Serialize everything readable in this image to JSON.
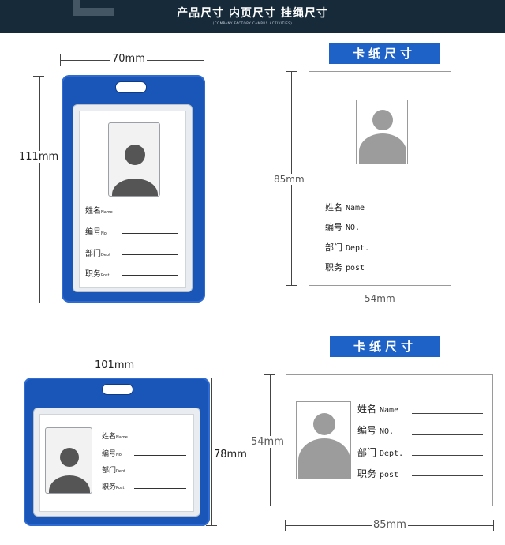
{
  "header": {
    "title": "产品尺寸 内页尺寸 挂绳尺寸",
    "subtitle": "(COMPANY FACTORY CAMPUS ACTIVITIES)"
  },
  "vertical_holder": {
    "width_label": "70mm",
    "height_label": "111mm",
    "fields": [
      {
        "cn": "姓名",
        "en": "Name"
      },
      {
        "cn": "编号",
        "en": "No"
      },
      {
        "cn": "部门",
        "en": "Dept"
      },
      {
        "cn": "职务",
        "en": "Post"
      }
    ]
  },
  "vertical_card": {
    "banner": "卡纸尺寸",
    "width_label": "54mm",
    "height_label": "85mm",
    "fields": [
      {
        "cn": "姓名",
        "en": "Name"
      },
      {
        "cn": "编号",
        "en": "NO."
      },
      {
        "cn": "部门",
        "en": "Dept."
      },
      {
        "cn": "职务",
        "en": "post"
      }
    ]
  },
  "horizontal_holder": {
    "width_label": "101mm",
    "height_label": "78mm",
    "fields": [
      {
        "cn": "姓名",
        "en": "Name"
      },
      {
        "cn": "编号",
        "en": "No"
      },
      {
        "cn": "部门",
        "en": "Dept"
      },
      {
        "cn": "职务",
        "en": "Post"
      }
    ]
  },
  "horizontal_card": {
    "banner": "卡纸尺寸",
    "width_label": "85mm",
    "height_label": "54mm",
    "fields": [
      {
        "cn": "姓名",
        "en": "Name"
      },
      {
        "cn": "编号",
        "en": "NO."
      },
      {
        "cn": "部门",
        "en": "Dept."
      },
      {
        "cn": "职务",
        "en": "post"
      }
    ]
  },
  "colors": {
    "header_bg": "#162a3a",
    "holder_blue": "#1a56b8",
    "banner_blue": "#1e62c8",
    "card_grey": "#9a9a9a"
  }
}
